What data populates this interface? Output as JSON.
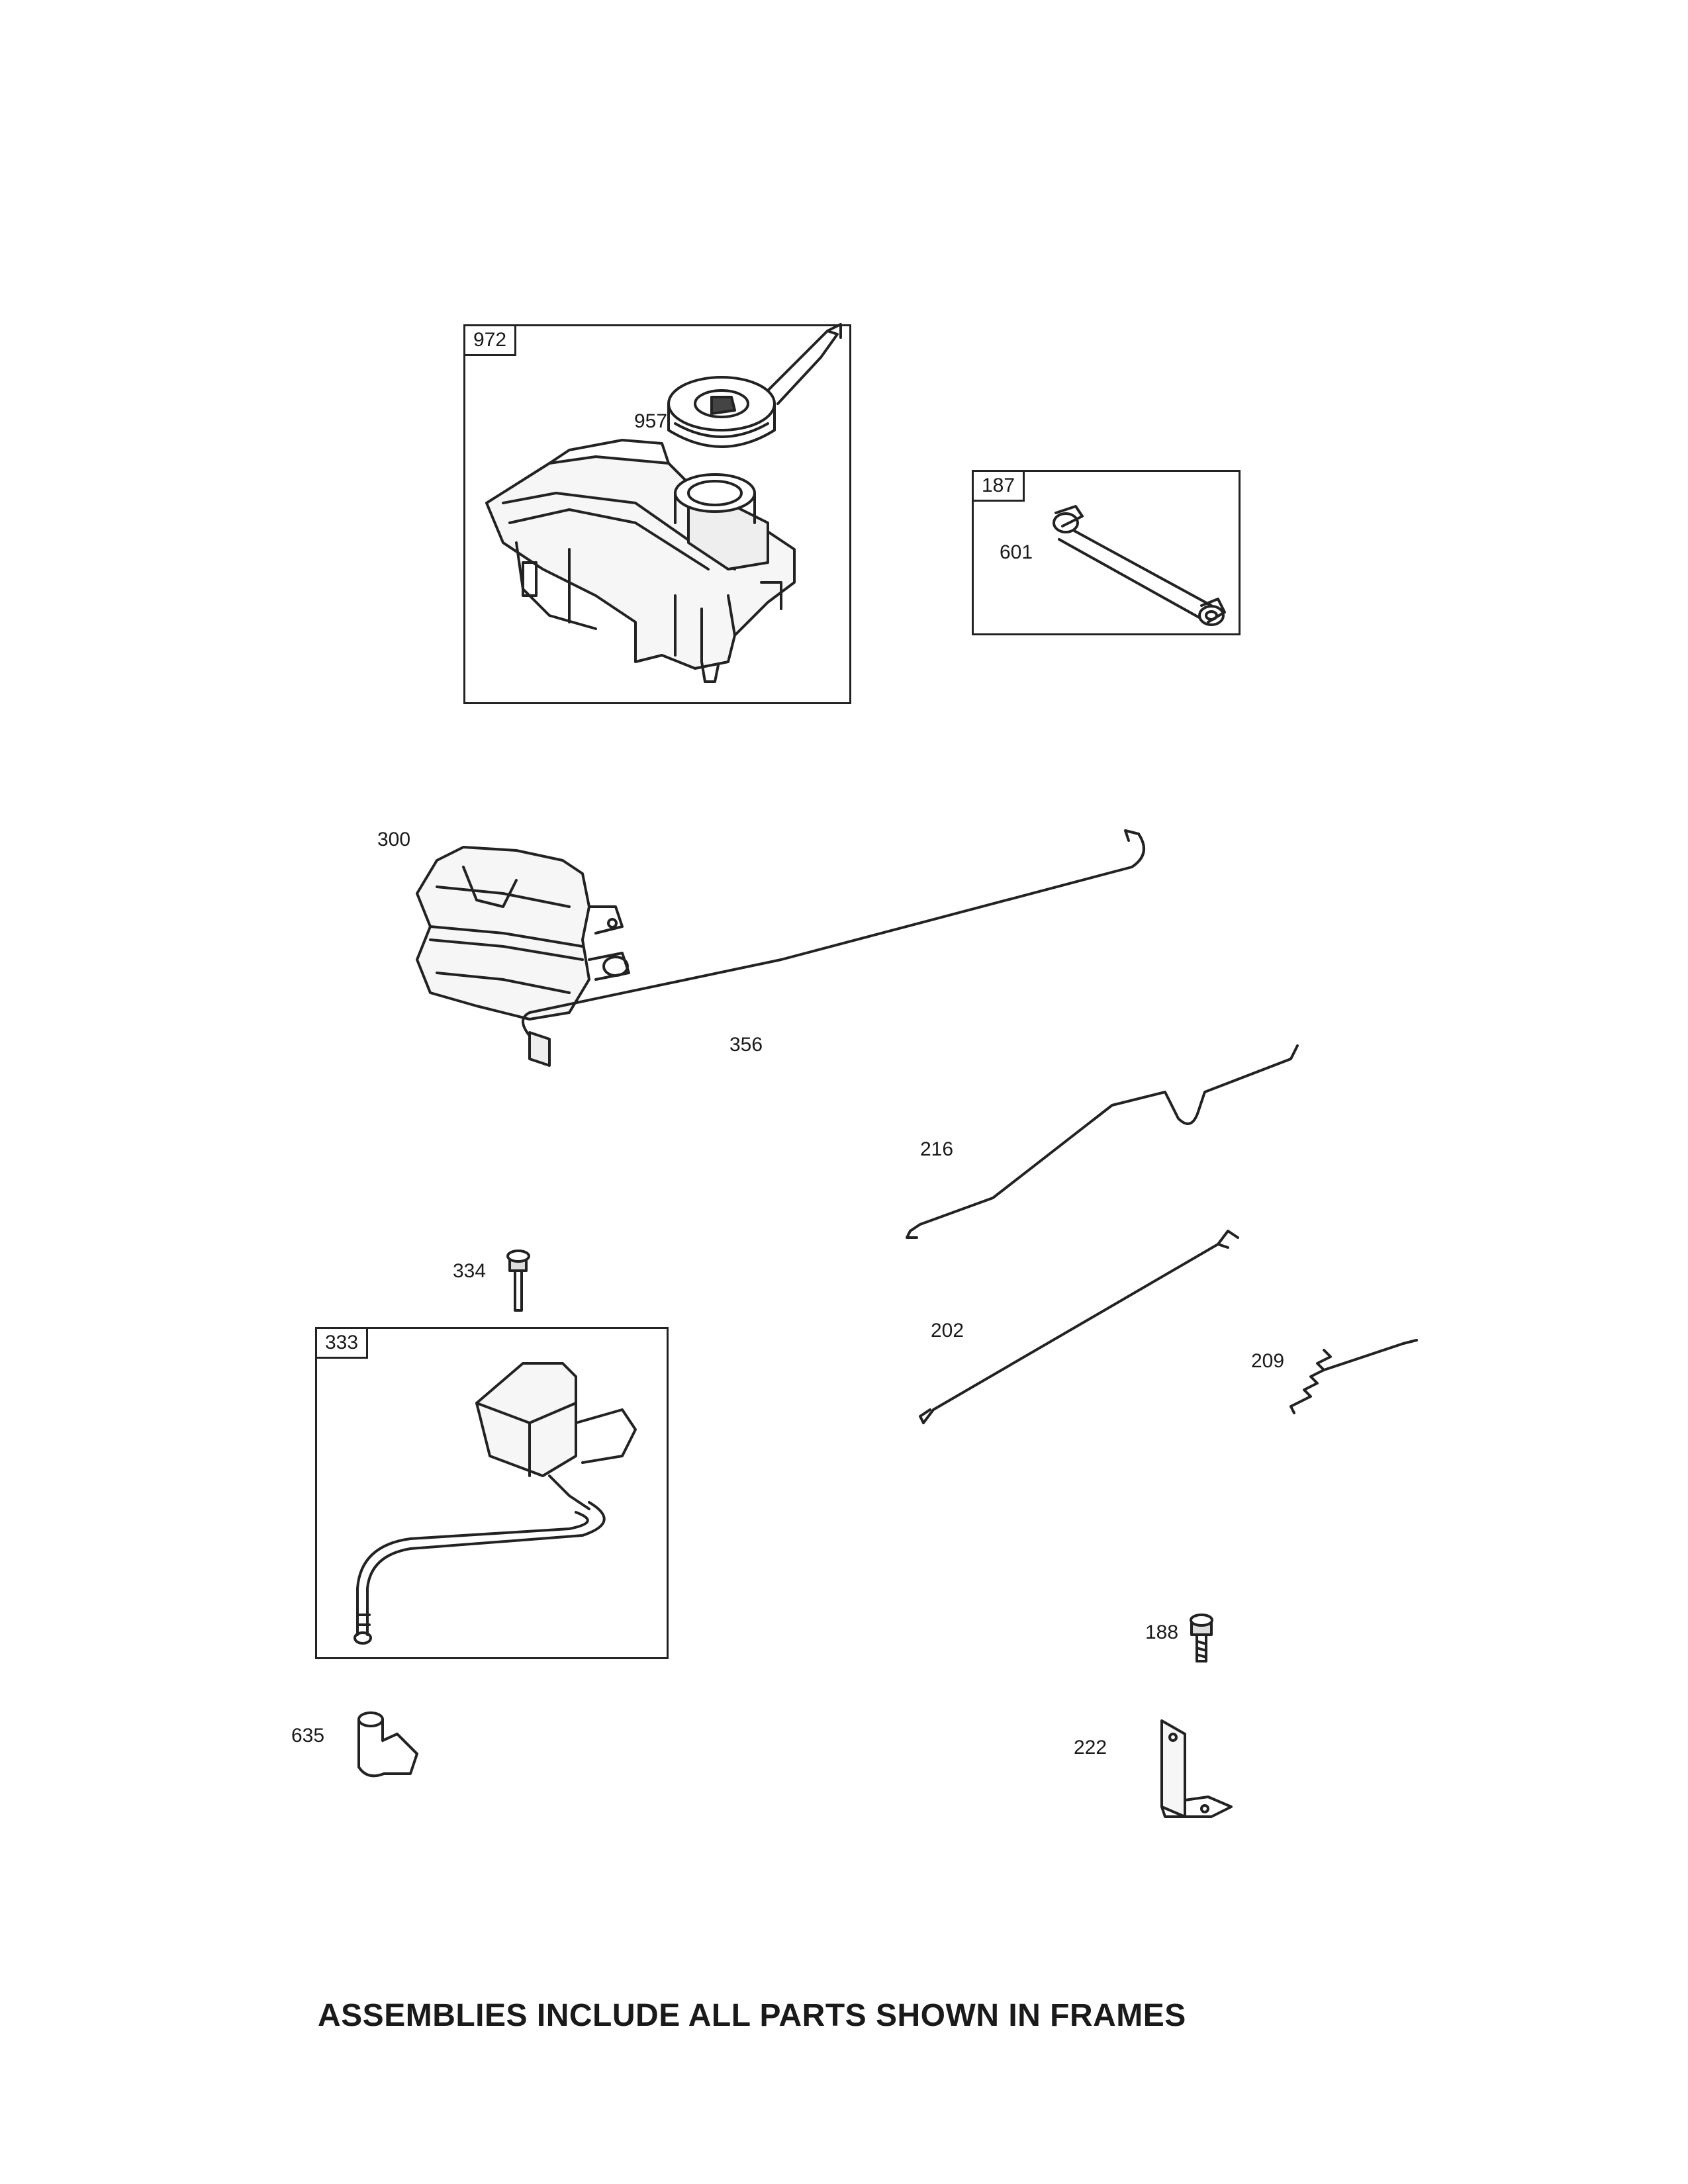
{
  "frames": {
    "fuel_tank": "972",
    "fuel_line": "187",
    "ignition_coil": "333"
  },
  "parts": {
    "fuel_cap": "957",
    "fuel_line_hose": "601",
    "muffler": "300",
    "ground_wire": "356",
    "governor_link": "216",
    "throttle_link": "202",
    "governor_spring": "209",
    "coil_screw": "334",
    "bracket_screw": "188",
    "bracket": "222",
    "spark_plug_boot": "635"
  },
  "footer_text": "ASSEMBLIES INCLUDE ALL PARTS SHOWN IN FRAMES"
}
